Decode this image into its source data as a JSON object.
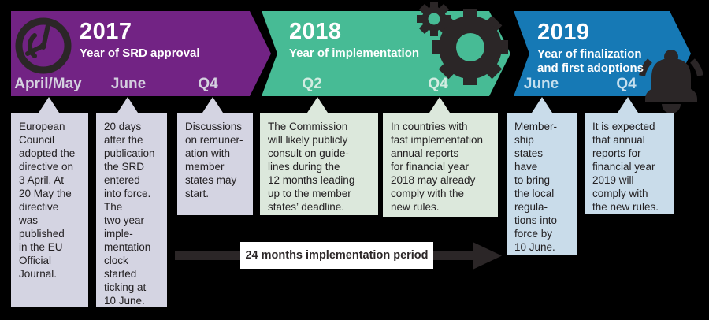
{
  "colors": {
    "background": "#000000",
    "charcoal_ink": "#2b2627",
    "banner_2017": "#722384",
    "banner_2018": "#47bb95",
    "banner_2019": "#1679b5",
    "box_2017": "#d4d4e2",
    "box_2018": "#dce8dc",
    "box_2019": "#c9dcea",
    "arrow_label_bg": "#ffffff"
  },
  "banners": [
    {
      "year": "2017",
      "subtitle": "Year of SRD approval",
      "color": "#722384",
      "milestone_color": "#d4d0df",
      "icon": "clock-icon",
      "milestones": [
        "April/May",
        "June",
        "Q4"
      ]
    },
    {
      "year": "2018",
      "subtitle": "Year of implementation",
      "color": "#47bb95",
      "milestone_color": "#d2ece1",
      "icon": "gears-icon",
      "milestones": [
        "Q2",
        "Q4"
      ]
    },
    {
      "year": "2019",
      "subtitle": "Year of finalization\nand first adoptions",
      "color": "#1679b5",
      "milestone_color": "#c5dfee",
      "icon": "bell-icon",
      "milestones": [
        "June",
        "Q4"
      ]
    }
  ],
  "boxes": [
    {
      "banner": "2017",
      "milestone": "April/May",
      "color": "#d4d4e2",
      "text": "European\nCouncil\nadopted the\ndirective on\n3 April. At\n20 May the\ndirective\nwas\npublished\nin the EU\nOfficial\nJournal."
    },
    {
      "banner": "2017",
      "milestone": "June",
      "color": "#d4d4e2",
      "text": "20 days\nafter the\npublication\nthe SRD\nentered\ninto force.\nThe\ntwo year\nimple-\nmentation\nclock\nstarted\nticking at\n10 June."
    },
    {
      "banner": "2017",
      "milestone": "Q4",
      "color": "#d4d4e2",
      "text": "Discussions\non remuner-\nation with\nmember\nstates may\nstart."
    },
    {
      "banner": "2018",
      "milestone": "Q2",
      "color": "#dce8dc",
      "text": "The Commission\nwill likely publicly\nconsult on guide-\nlines during the\n12 months leading\nup to the member\nstates’ deadline."
    },
    {
      "banner": "2018",
      "milestone": "Q4",
      "color": "#dce8dc",
      "text": "In countries with\nfast implementation\nannual reports\nfor financial year\n2018 may already\ncomply with the\nnew rules."
    },
    {
      "banner": "2019",
      "milestone": "June",
      "color": "#c9dcea",
      "text": "Member-\nship\nstates\nhave\nto bring\nthe local\nregula-\ntions into\nforce by\n10 June."
    },
    {
      "banner": "2019",
      "milestone": "Q4",
      "color": "#c9dcea",
      "text": "It is expected\nthat annual\nreports for\nfinancial year\n2019 will\ncomply with\nthe new rules."
    }
  ],
  "arrow": {
    "label": "24 months implementation period"
  }
}
